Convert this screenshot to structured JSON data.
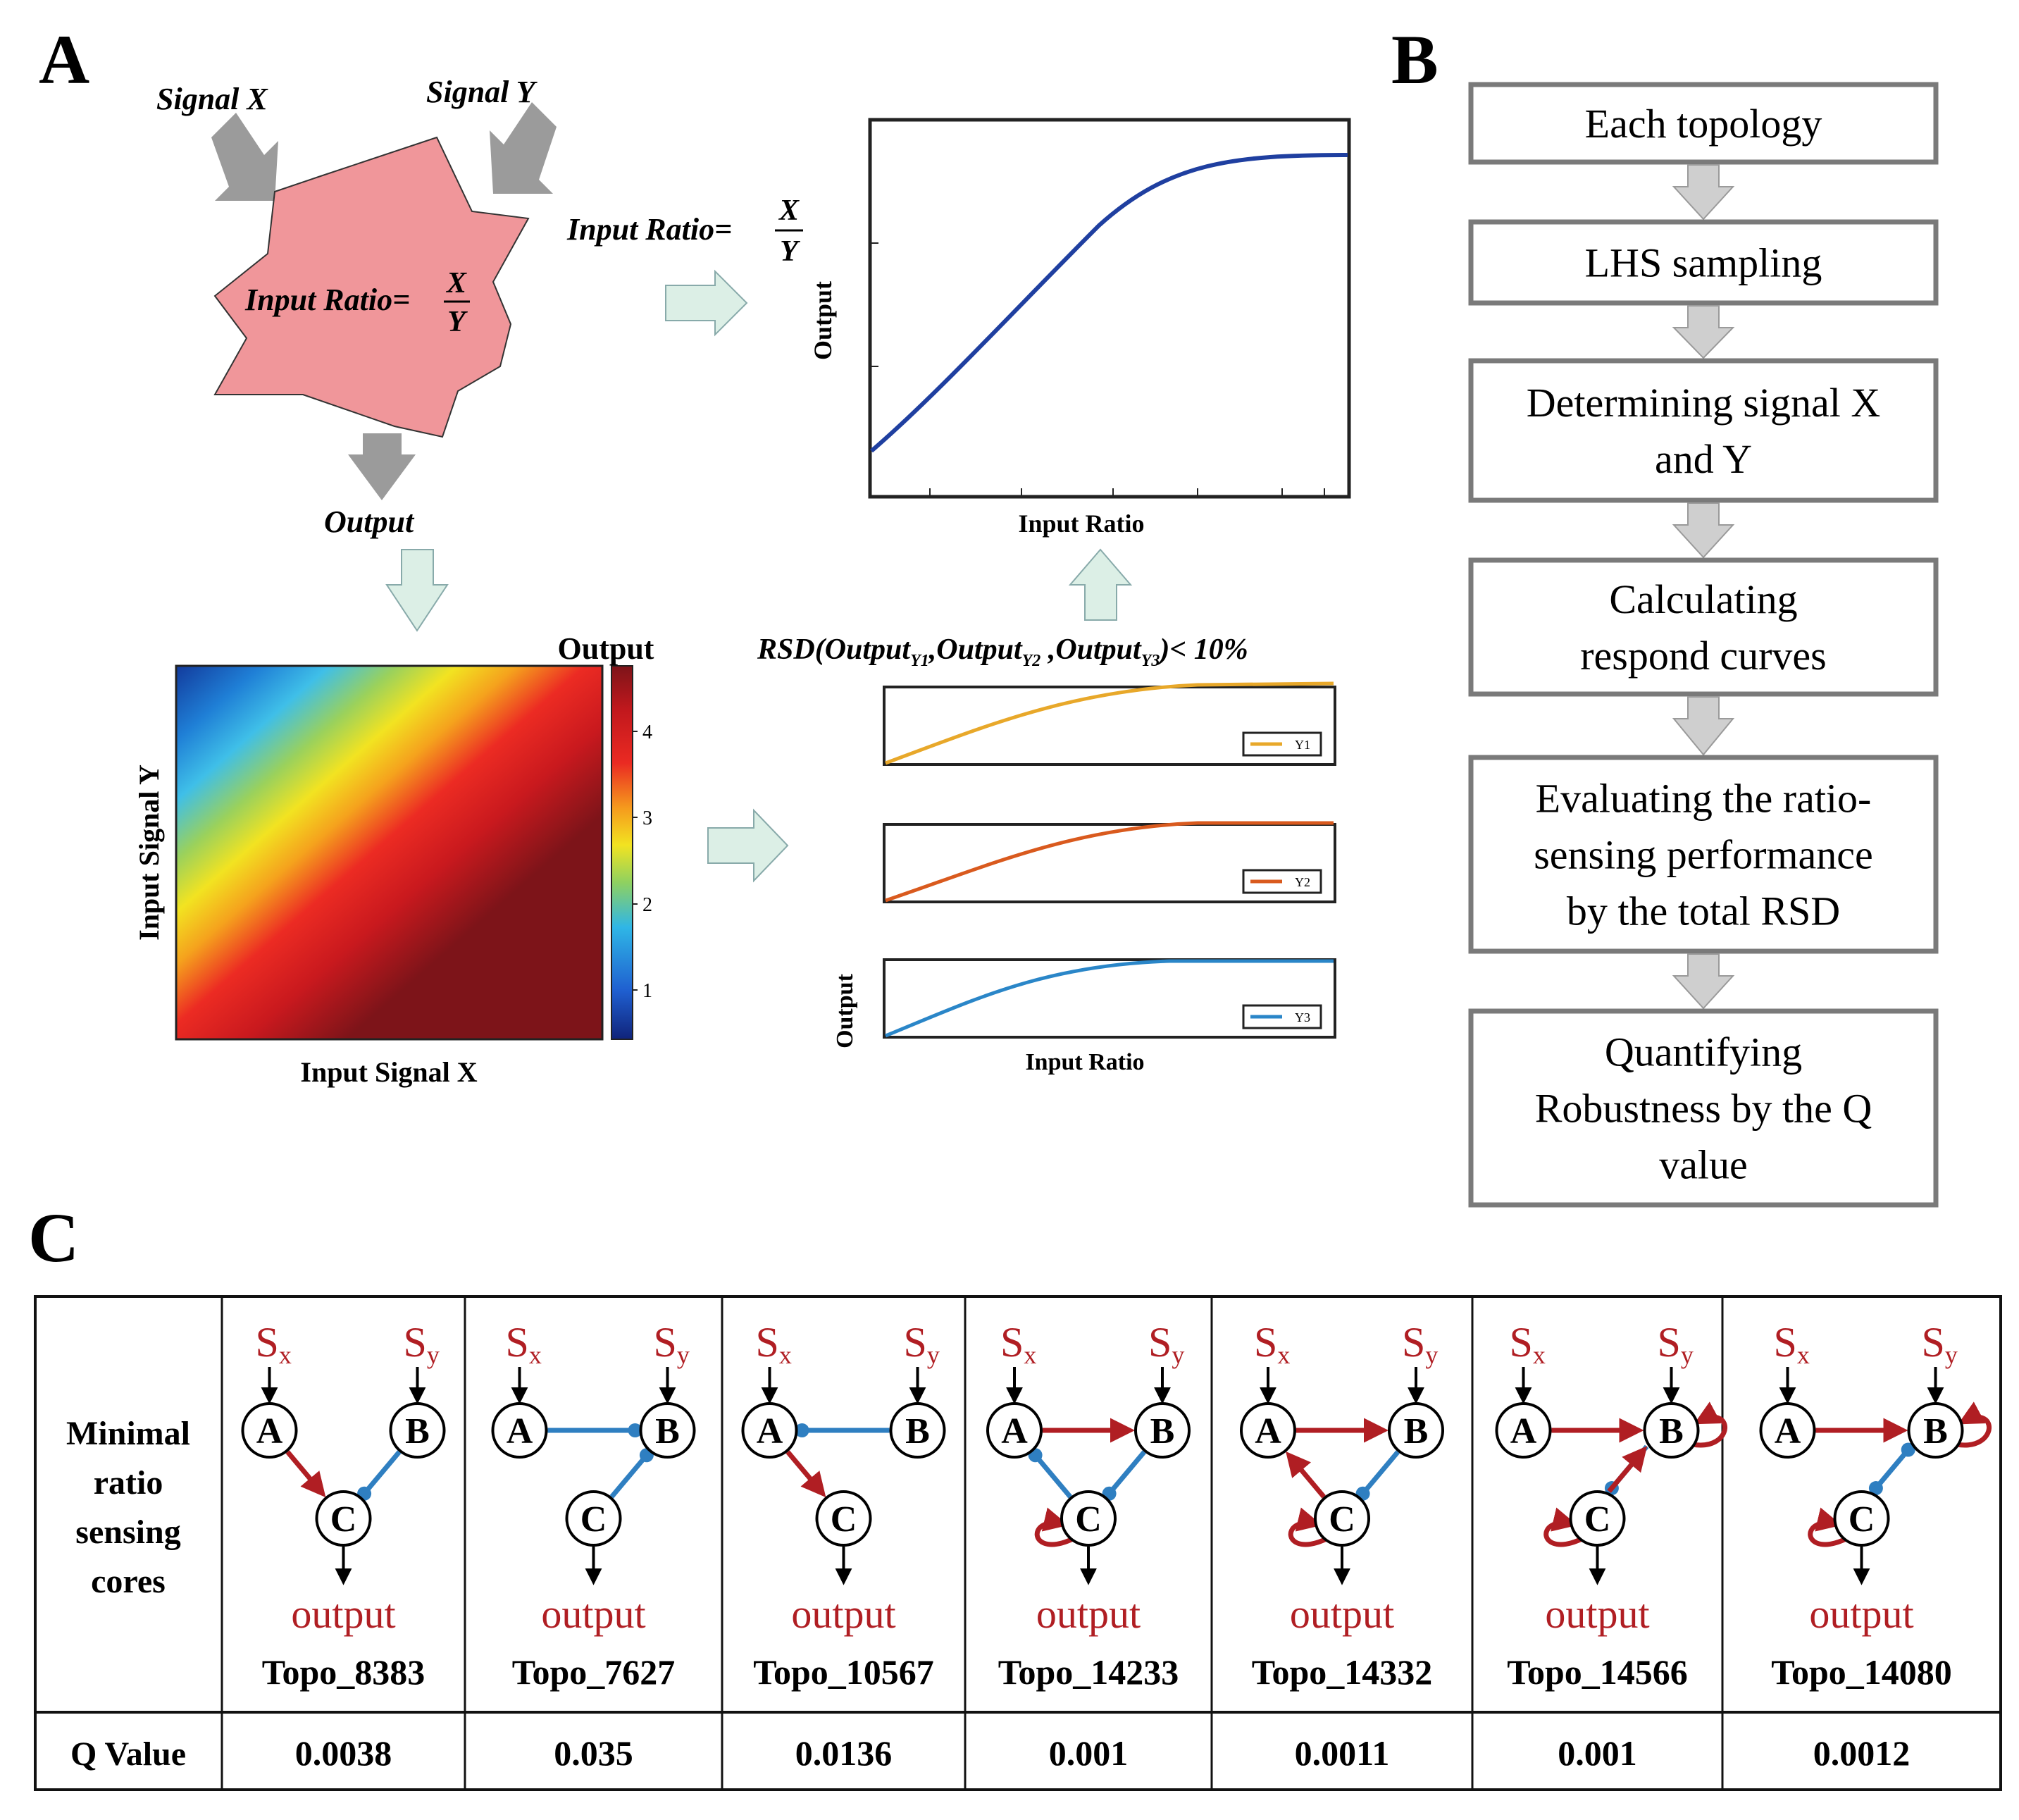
{
  "panels": {
    "a": "A",
    "b": "B",
    "c": "C"
  },
  "panel_a": {
    "signal_x": "Signal X",
    "signal_y": "Signal Y",
    "ratio_label": "Input Ratio=",
    "ratio_num": "X",
    "ratio_den": "Y",
    "output_label": "Output",
    "heatmap": {
      "xlabel": "Input Signal X",
      "ylabel": "Input Signal Y",
      "colorbar_title": "Output",
      "colorbar_ticks": [
        "1",
        "2",
        "3",
        "4"
      ]
    },
    "curve": {
      "xlabel": "Input Ratio",
      "ylabel": "Output"
    },
    "rsd_label": "RSD(Output",
    "rsd_sub1": "Y1",
    "rsd_sep1": ",Output",
    "rsd_sub2": "Y2",
    "rsd_sep2": " ,Output",
    "rsd_sub3": "Y3",
    "rsd_end": ")< 10%",
    "small_plots": {
      "xlabel": "Input Ratio",
      "ylabel": "Output",
      "series": [
        {
          "name": "Y1",
          "color": "#e8a82a"
        },
        {
          "name": "Y2",
          "color": "#d95a1e"
        },
        {
          "name": "Y3",
          "color": "#2a86c8"
        }
      ]
    }
  },
  "panel_b": {
    "steps": [
      [
        "Each topology"
      ],
      [
        "LHS sampling"
      ],
      [
        "Determining signal X",
        "and Y"
      ],
      [
        "Calculating",
        "respond curves"
      ],
      [
        "Evaluating the ratio-",
        "sensing performance",
        "by the total RSD"
      ],
      [
        "Quantifying",
        "Robustness by the Q",
        "value"
      ]
    ]
  },
  "panel_c": {
    "row_header": [
      "Minimal",
      "ratio",
      "sensing",
      "cores"
    ],
    "q_header": "Q Value",
    "s_x": "S",
    "s_x_sub": "x",
    "s_y": "S",
    "s_y_sub": "y",
    "node_labels": [
      "A",
      "B",
      "C"
    ],
    "output_word": "output",
    "topologies": [
      {
        "name": "Topo_8383",
        "q": "0.0038"
      },
      {
        "name": "Topo_7627",
        "q": "0.035"
      },
      {
        "name": "Topo_10567",
        "q": "0.0136"
      },
      {
        "name": "Topo_14233",
        "q": "0.001"
      },
      {
        "name": "Topo_14332",
        "q": "0.0011"
      },
      {
        "name": "Topo_14566",
        "q": "0.001"
      },
      {
        "name": "Topo_14080",
        "q": "0.0012"
      }
    ],
    "colors": {
      "activation": "#b01e23",
      "inhibition": "#2f7fc1",
      "signal_text": "#b01e23"
    }
  }
}
